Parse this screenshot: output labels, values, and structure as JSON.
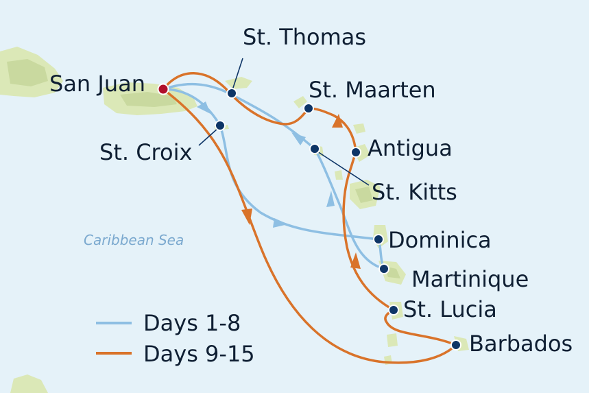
{
  "colors": {
    "water": "#e5f2f9",
    "land": "#dbe8b7",
    "land_relief": "#c7d79c",
    "days_1_8": "#8ebfe3",
    "days_9_15": "#d9732a",
    "port_marker": "#0e3566",
    "start_marker": "#b0102c",
    "label": "#0f1f33",
    "sea_label": "#7ba9cf"
  },
  "sea_label": "Caribbean Sea",
  "ports": {
    "san_juan": "San Juan",
    "st_thomas": "St. Thomas",
    "st_croix": "St. Croix",
    "st_maarten": "St. Maarten",
    "antigua": "Antigua",
    "st_kitts": "St. Kitts",
    "dominica": "Dominica",
    "martinique": "Martinique",
    "st_lucia": "St. Lucia",
    "barbados": "Barbados"
  },
  "legend": [
    {
      "label": "Days 1-8",
      "color": "#8ebfe3"
    },
    {
      "label": "Days 9-15",
      "color": "#d9732a"
    }
  ]
}
